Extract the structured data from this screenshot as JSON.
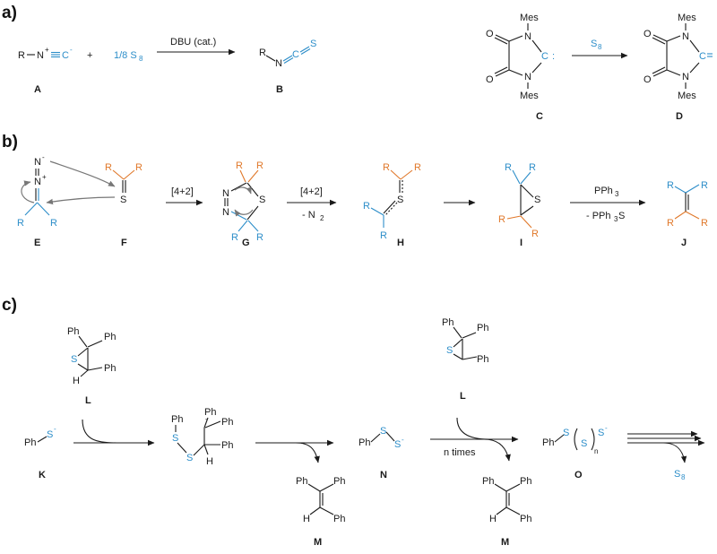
{
  "panels": {
    "a": "a)",
    "b": "b)",
    "c": "c)"
  },
  "colors": {
    "blue": "#2d8ec9",
    "orange": "#e0782a",
    "black": "#1a1a1a"
  },
  "section_a": {
    "A_R": "R",
    "A_N": "N",
    "A_plus_sup": "+",
    "A_C": "C",
    "A_minus_sup": "-",
    "plus": "+",
    "s8_coef": "1/8 S",
    "s8_sub": "8",
    "arrow_label": "DBU (cat.)",
    "B_R": "R",
    "B_N": "N",
    "B_C": "C",
    "B_S": "S",
    "label_A": "A",
    "label_B": "B",
    "mes": "Mes",
    "O": "O",
    "N": "N",
    "C": "C",
    "colon": ":",
    "S": "S",
    "s8_reagent": "S",
    "s8_reagent_sub": "8",
    "label_C": "C",
    "label_D": "D"
  },
  "section_b": {
    "N": "N",
    "minus": "-",
    "plus": "+",
    "R": "R",
    "S": "S",
    "step1": "[4+2]",
    "step2": "[4+2]",
    "step2_sub": "- N",
    "step2_sub2": "2",
    "pph3": "PPh",
    "pph3_sub": "3",
    "pph3s": "- PPh",
    "pph3s_sub": "3",
    "pph3s_S": "S",
    "label_E": "E",
    "label_F": "F",
    "label_G": "G",
    "label_H": "H",
    "label_I": "I",
    "label_J": "J"
  },
  "section_c": {
    "Ph": "Ph",
    "S": "S",
    "H": "H",
    "minus": "-",
    "n": "n",
    "n_times": "n times",
    "s8": "S",
    "s8_sub": "8",
    "label_K": "K",
    "label_L": "L",
    "label_M": "M",
    "label_N": "N",
    "label_O": "O"
  }
}
